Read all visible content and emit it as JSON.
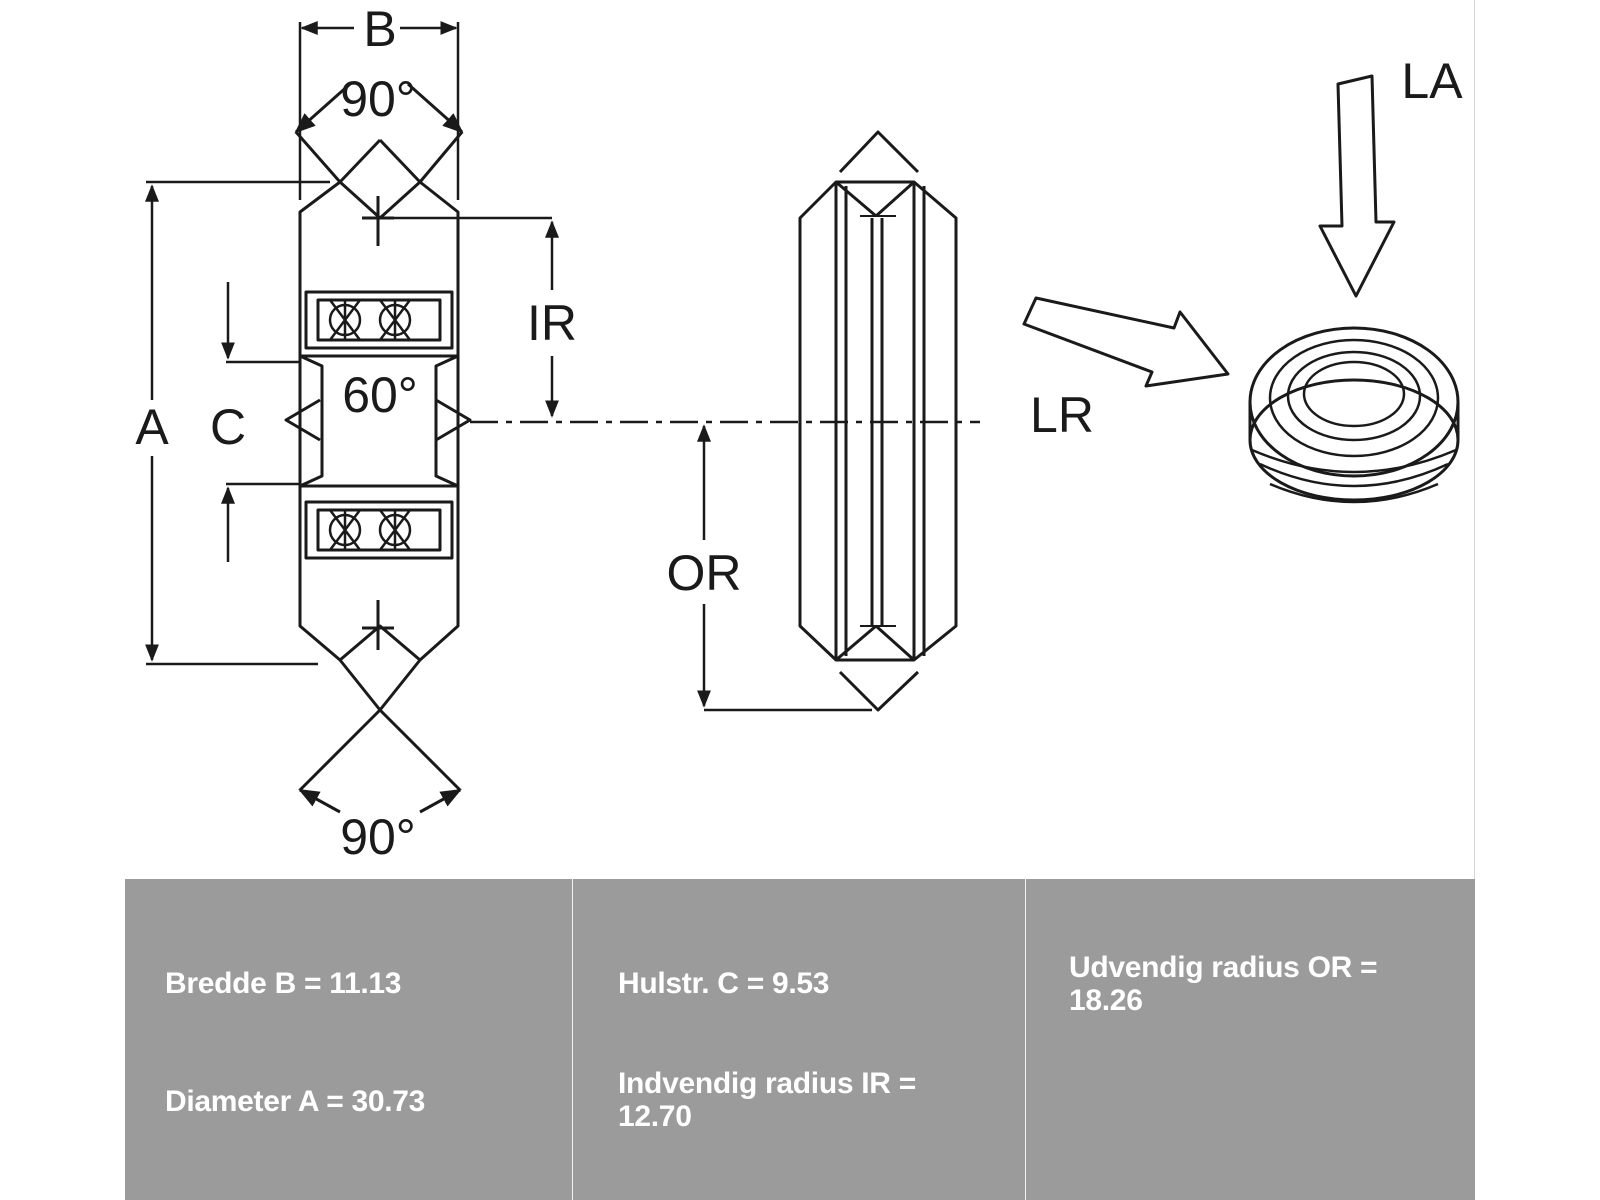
{
  "drawing": {
    "labels": {
      "width_b": "B",
      "angle_top": "90°",
      "angle_bottom": "90°",
      "angle_inner": "60°",
      "diameter_a": "A",
      "bore_c": "C",
      "inner_radius": "IR",
      "outer_radius": "OR",
      "load_radial": "LR",
      "load_axial": "LA"
    }
  },
  "specs": {
    "width": "Bredde B = 11.13",
    "diameter": "Diameter A = 30.73",
    "bore": "Hulstr. C = 9.53",
    "inner_radius": "Indvendig radius IR = 12.70",
    "outer_radius": "Udvendig radius OR = 18.26"
  },
  "colors": {
    "panel_background": "#9b9b9b",
    "panel_text": "#ffffff",
    "line_art": "#1a1a1a"
  }
}
